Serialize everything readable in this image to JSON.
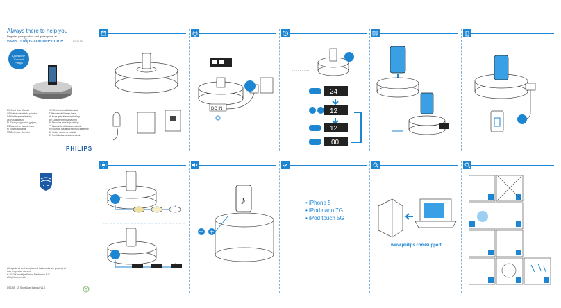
{
  "cover": {
    "title": "Always there to help you",
    "subtitle": "Register your product and get support at",
    "url": "www.philips.com/welcome",
    "model": "DS1155",
    "badge_line1": "Question?",
    "badge_line2": "Contact",
    "badge_line3": "Philips",
    "languages_col1": [
      "EN  Short User Manual",
      "CS  Krátká uživatelská příručka",
      "DA  Kort brugervejledning",
      "DE  Kurzanleitung",
      "EL  Σύντομο εγχειρίδιο χρήσης",
      "ES  Manual de usuario corto",
      "FI  Lyhyt käyttöopas",
      "FR  Bref mode d'emploi"
    ],
    "languages_col2": [
      "HU  Rövid használati útmutató",
      "IT  Manuale dell'utente breve",
      "NL  Korte gebruikershandleiding",
      "NO  Kortfattet bruksanvisning",
      "PL  Skrócona instrukcja obsługi",
      "PT  Manual do utilizador resumido",
      "RU  Краткое руководство пользователя",
      "SK  Krátky návod na použitie",
      "SV  Kortfattad användarhandbok"
    ],
    "brand": "PHILIPS",
    "legal_line1": "All registered and unregistered trademarks are property of",
    "legal_line2": "their respective owners.",
    "legal_line3": "© 2013 Koninklijke Philips Electronics N.V.",
    "legal_line4": "All rights reserved.",
    "doc_id": "DS1155_12_Short User Manual_V1.0"
  },
  "panels": {
    "compat": {
      "items": [
        "• iPhone 5",
        "• iPod nano 7G",
        "• iPod touch 5G"
      ]
    },
    "support": {
      "url": "www.philips.com/support"
    },
    "clock": {
      "display1": "24",
      "display2": "12",
      "display3": "12",
      "display4": "00"
    },
    "power": {
      "dc_label": "DC IN"
    }
  },
  "icons": [
    "box-icon",
    "plug-icon",
    "clock-icon",
    "phone-music-icon",
    "battery-icon",
    "brightness-icon",
    "volume-icon",
    "check-icon",
    "support-icon",
    "warning-icon"
  ],
  "colors": {
    "accent": "#1c86d3",
    "brand": "#1a5aa6"
  }
}
